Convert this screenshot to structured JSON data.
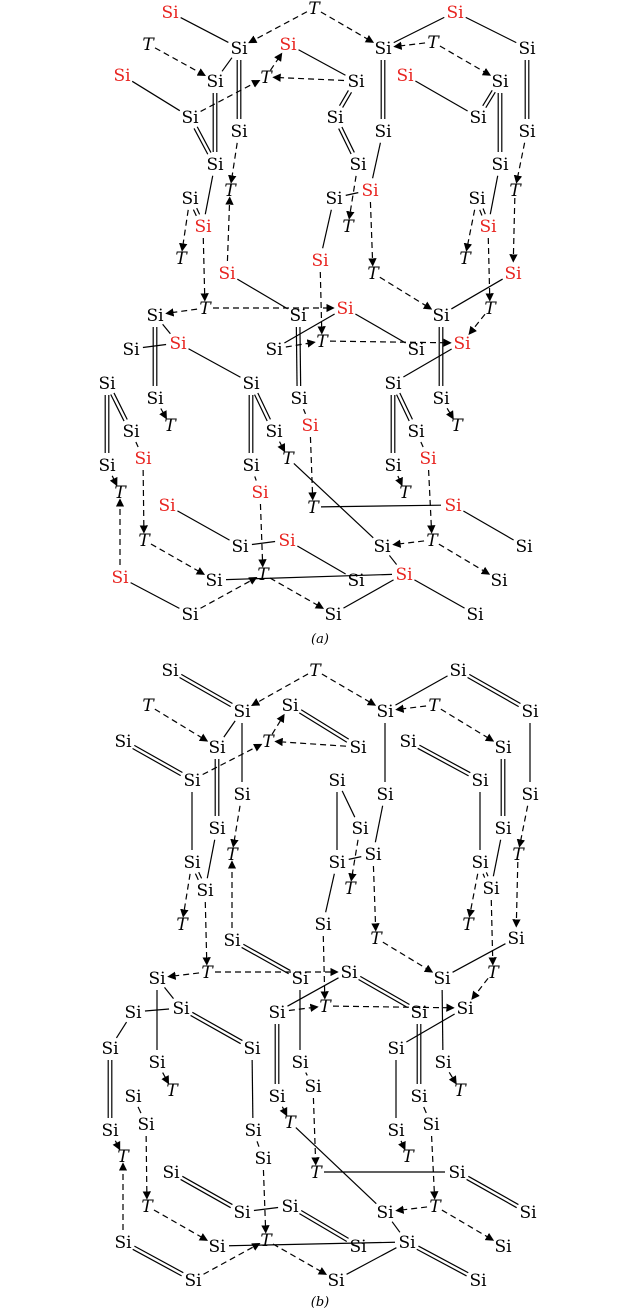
{
  "labels": {
    "si": "Si",
    "t": "T"
  },
  "captions": {
    "a": "(a)",
    "b": "(b)"
  },
  "colors": {
    "highlight_si": "#e8231f",
    "default": "#000000"
  }
}
